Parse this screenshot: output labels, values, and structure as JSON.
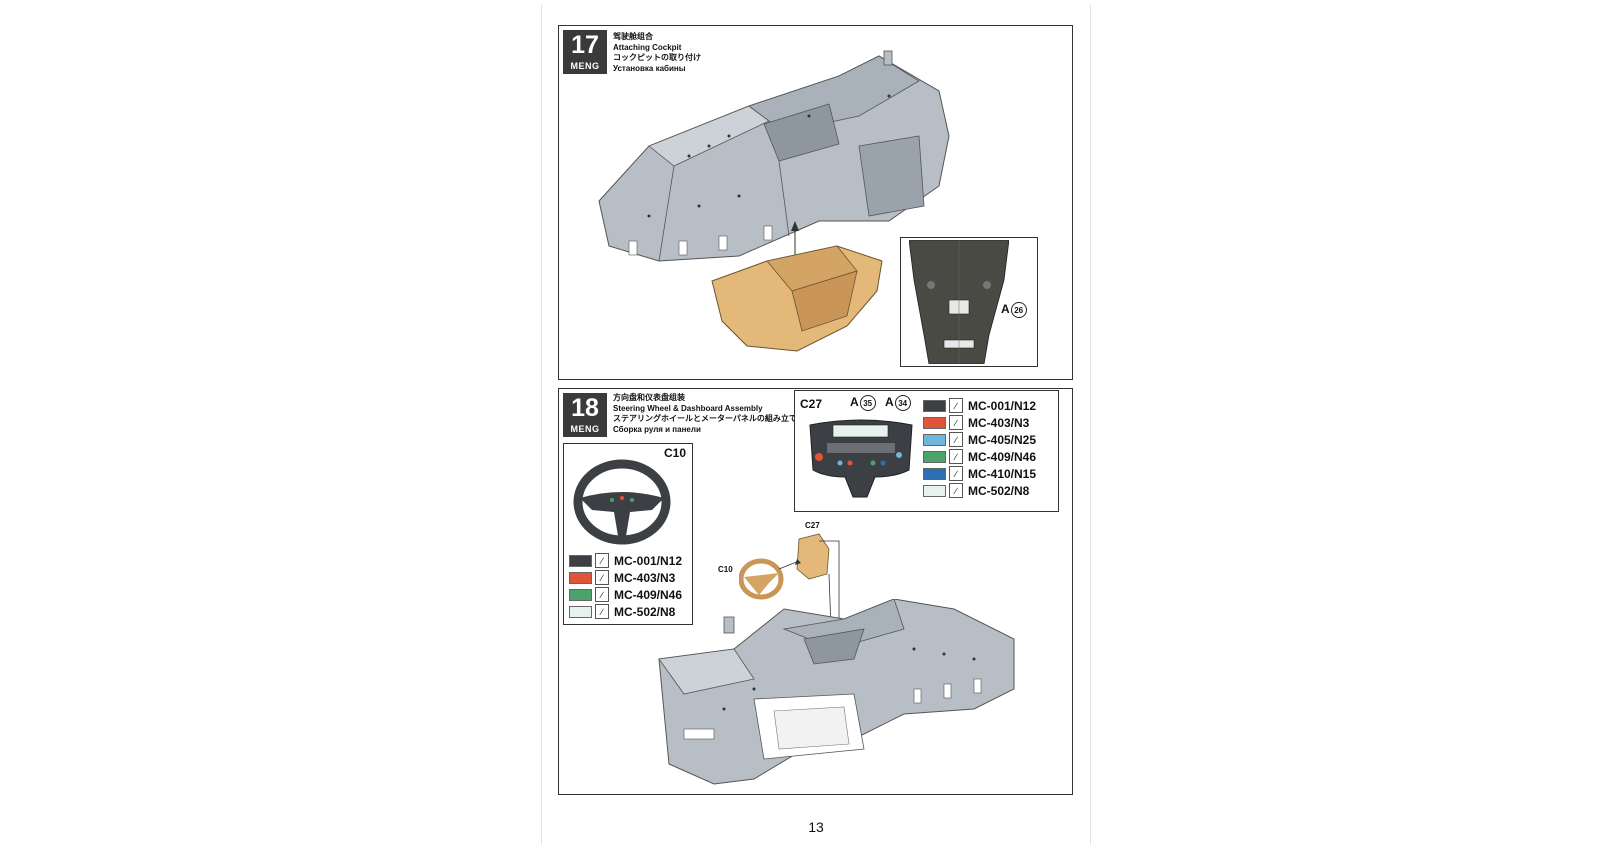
{
  "steps": [
    {
      "number": "17",
      "logo": "MENG",
      "title_cn": "驾驶舱组合",
      "title_en": "Attaching Cockpit",
      "title_jp": "コックピットの取り付け",
      "title_ru": "Установка кабины",
      "callout": {
        "letter": "A",
        "part": "26"
      }
    },
    {
      "number": "18",
      "logo": "MENG",
      "title_cn": "方向盘和仪表盘组装",
      "title_en": "Steering Wheel & Dashboard Assembly",
      "title_jp": "ステアリングホイールとメーターパネルの組み立て",
      "title_ru": "Сборка руля и панели",
      "dashboard": {
        "part": "C27",
        "callouts": [
          {
            "letter": "A",
            "part": "35"
          },
          {
            "letter": "A",
            "part": "34"
          }
        ],
        "paints": [
          {
            "code": "MC-001/N12",
            "color": "#3c3f44"
          },
          {
            "code": "MC-403/N3",
            "color": "#e0553a"
          },
          {
            "code": "MC-405/N25",
            "color": "#6fb6de"
          },
          {
            "code": "MC-409/N46",
            "color": "#4aa36a"
          },
          {
            "code": "MC-410/N15",
            "color": "#2d6fb5"
          },
          {
            "code": "MC-502/N8",
            "color": "#e6f2ee"
          }
        ]
      },
      "wheel": {
        "part": "C10",
        "paints": [
          {
            "code": "MC-001/N12",
            "color": "#3c3f44"
          },
          {
            "code": "MC-403/N3",
            "color": "#e0553a"
          },
          {
            "code": "MC-409/N46",
            "color": "#4aa36a"
          },
          {
            "code": "MC-502/N8",
            "color": "#e6f2ee"
          }
        ]
      },
      "assembly_labels": {
        "dashboard": "C27",
        "wheel": "C10"
      }
    }
  ],
  "page_number": "13",
  "colors": {
    "chassis": "#b7bec6",
    "chassis_dark": "#8e969f",
    "part_tan": "#e4b878",
    "carbon": "#4a4a44"
  }
}
